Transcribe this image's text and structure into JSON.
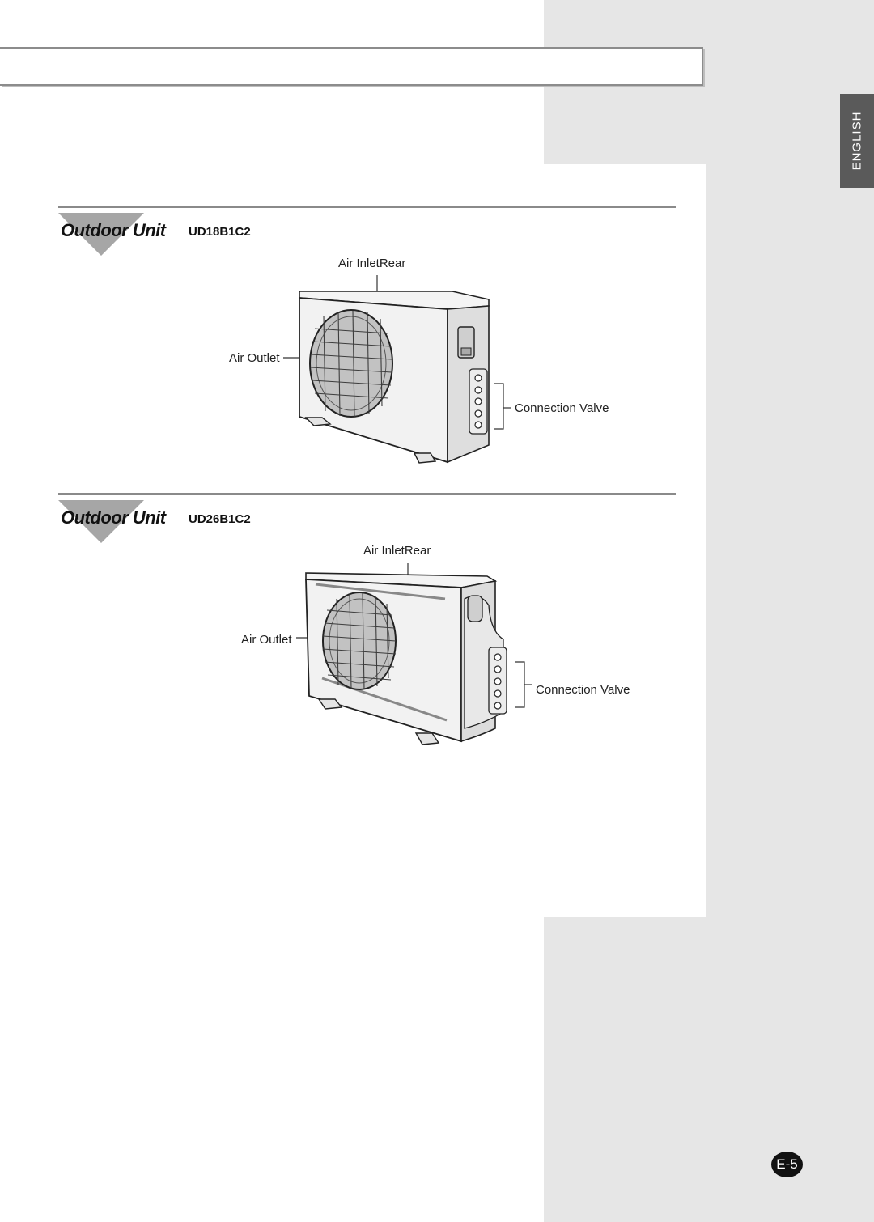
{
  "side_tab": {
    "language": "ENGLISH"
  },
  "sections": [
    {
      "title": "Outdoor Unit",
      "model": "UD18B1C2",
      "labels": {
        "air_inlet": "Air InletRear",
        "air_outlet": "Air Outlet",
        "connection_valve": "Connection Valve"
      }
    },
    {
      "title": "Outdoor Unit",
      "model": "UD26B1C2",
      "labels": {
        "air_inlet": "Air InletRear",
        "air_outlet": "Air Outlet",
        "connection_valve": "Connection Valve"
      }
    }
  ],
  "page": {
    "number": "E-5"
  },
  "colors": {
    "sidebar_gray": "#e6e6e6",
    "tab_dark": "#5a5a5a",
    "rule_gray": "#8a8a8a",
    "badge_black": "#111111"
  }
}
